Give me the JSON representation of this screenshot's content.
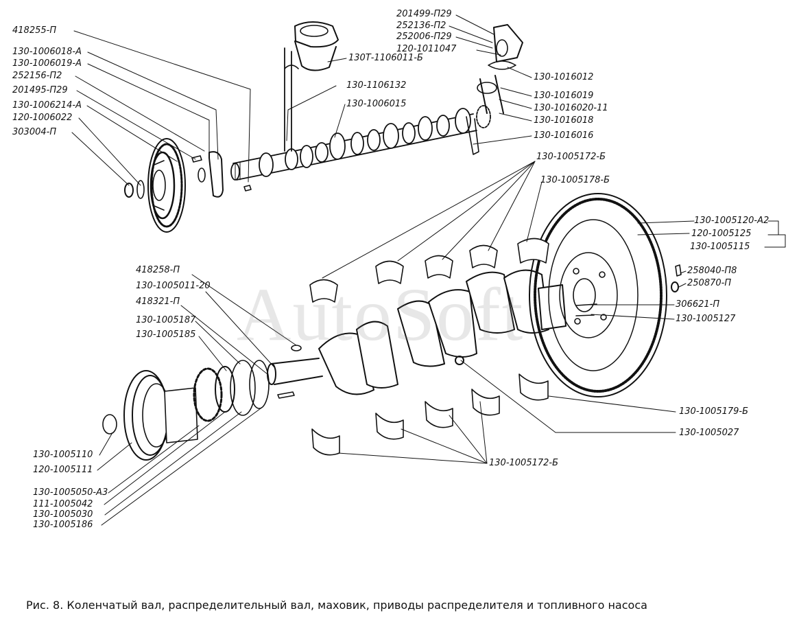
{
  "watermark": "AutoSoft",
  "caption": "Рис. 8. Коленчатый вал, распределительный вал, маховик, приводы распределителя и топливного насоса",
  "labels": {
    "l418255": "418255-П",
    "l1006018": "130-1006018-А",
    "l1006019": "130-1006019-А",
    "l252156": "252156-П2",
    "l201495": "201495-П29",
    "l1006214": "130-1006214-А",
    "l1006022": "120-1006022",
    "l303004": "303004-П",
    "l201499": "201499-П29",
    "l252136": "252136-П2",
    "l252006": "252006-П29",
    "l1011047": "120-1011047",
    "l1106011": "130Т-1106011-Б",
    "l1106132": "130-1106132",
    "l1006015": "130-1006015",
    "l1016012": "130-1016012",
    "l1016019": "130-1016019",
    "l101602011": "130-1016020-11",
    "l1016018": "130-1016018",
    "l1016016": "130-1016016",
    "l1005172top": "130-1005172-Б",
    "l1005178": "130-1005178-Б",
    "l1005120": "130-1005120-А2",
    "l1005125": "120-1005125",
    "l1005115": "130-1005115",
    "l258040": "258040-П8",
    "l250870": "250870-П",
    "l306621": "306621-П",
    "l1005127": "130-1005127",
    "l418258": "418258-П",
    "l100501120": "130-1005011-20",
    "l418321": "418321-П",
    "l1005187": "130-1005187",
    "l1005185": "130-1005185",
    "l1005179": "130-1005179-Б",
    "l1005027": "130-1005027",
    "l1005172bot": "130-1005172-Б",
    "l1005110": "130-1005110",
    "l1005111": "120-1005111",
    "l1005050": "130-1005050-А3",
    "l1005042": "111-1005042",
    "l1005030": "130-1005030",
    "l1005186": "130-1005186"
  }
}
